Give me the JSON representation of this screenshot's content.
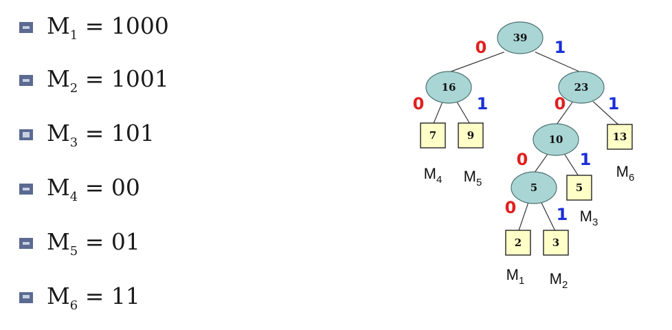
{
  "codes": [
    {
      "sym": "M",
      "sub": "1",
      "eq": "= 1000"
    },
    {
      "sym": "M",
      "sub": "2",
      "eq": "= 1001"
    },
    {
      "sym": "M",
      "sub": "3",
      "eq": "= 101"
    },
    {
      "sym": "M",
      "sub": "4",
      "eq": "= 00"
    },
    {
      "sym": "M",
      "sub": "5",
      "eq": "= 01"
    },
    {
      "sym": "M",
      "sub": "6",
      "eq": "= 11"
    }
  ],
  "colors": {
    "zero_bit": "#e02020",
    "one_bit": "#1a2fd8",
    "circle_fill": "#a9d5d5",
    "leaf_fill": "#ffffc8",
    "bullet": "#5a6a90"
  },
  "tree": {
    "bits": {
      "zero": "0",
      "one": "1"
    },
    "nodes": [
      {
        "id": "n39",
        "weight": "39",
        "kind": "internal"
      },
      {
        "id": "n16",
        "weight": "16",
        "kind": "internal"
      },
      {
        "id": "n23",
        "weight": "23",
        "kind": "internal"
      },
      {
        "id": "n10",
        "weight": "10",
        "kind": "internal"
      },
      {
        "id": "n5i",
        "weight": "5",
        "kind": "internal"
      },
      {
        "id": "l7",
        "weight": "7",
        "kind": "leaf",
        "label": "M",
        "sub": "4"
      },
      {
        "id": "l9",
        "weight": "9",
        "kind": "leaf",
        "label": "M",
        "sub": "5"
      },
      {
        "id": "l13",
        "weight": "13",
        "kind": "leaf",
        "label": "M",
        "sub": "6"
      },
      {
        "id": "l5",
        "weight": "5",
        "kind": "leaf",
        "label": "M",
        "sub": "3"
      },
      {
        "id": "l2",
        "weight": "2",
        "kind": "leaf",
        "label": "M",
        "sub": "1"
      },
      {
        "id": "l3",
        "weight": "3",
        "kind": "leaf",
        "label": "M",
        "sub": "2"
      }
    ],
    "edges": [
      {
        "from": "n39",
        "to": "n16",
        "bit": "0"
      },
      {
        "from": "n39",
        "to": "n23",
        "bit": "1"
      },
      {
        "from": "n16",
        "to": "l7",
        "bit": "0"
      },
      {
        "from": "n16",
        "to": "l9",
        "bit": "1"
      },
      {
        "from": "n23",
        "to": "n10",
        "bit": "0"
      },
      {
        "from": "n23",
        "to": "l13",
        "bit": "1"
      },
      {
        "from": "n10",
        "to": "n5i",
        "bit": "0"
      },
      {
        "from": "n10",
        "to": "l5",
        "bit": "1"
      },
      {
        "from": "n5i",
        "to": "l2",
        "bit": "0"
      },
      {
        "from": "n5i",
        "to": "l3",
        "bit": "1"
      }
    ]
  }
}
